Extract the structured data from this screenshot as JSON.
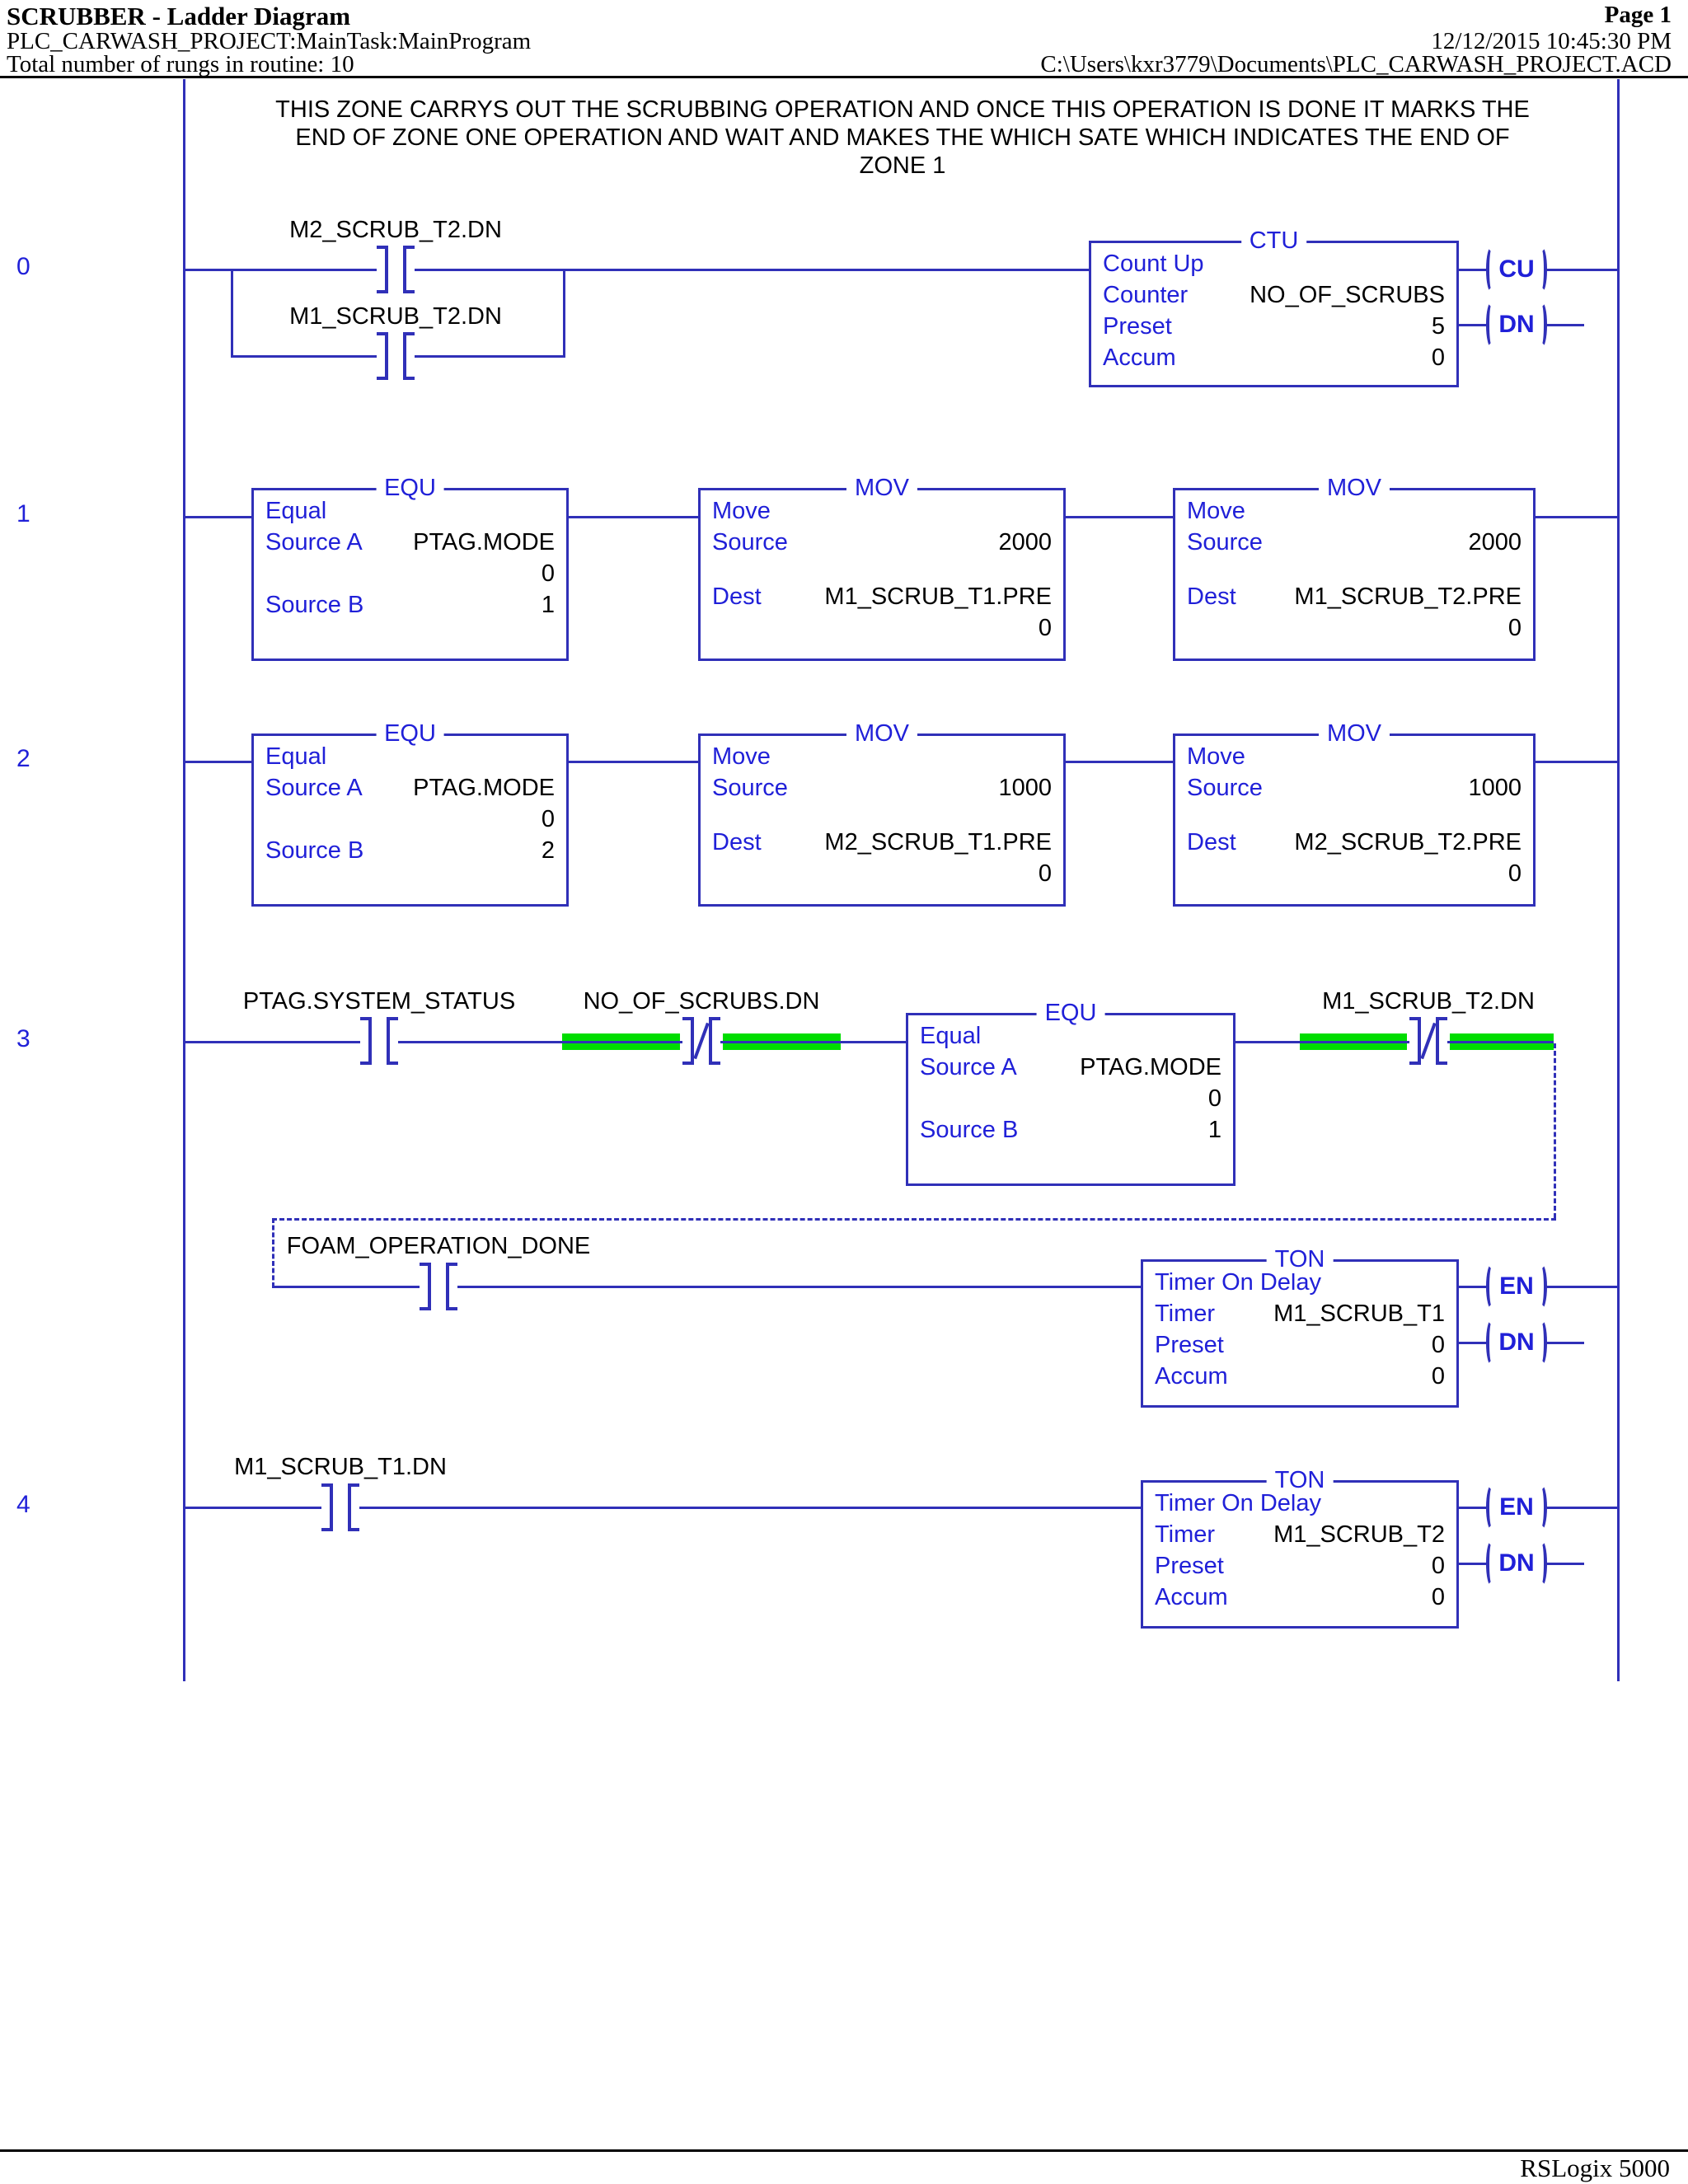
{
  "header": {
    "title": "SCRUBBER - Ladder Diagram",
    "page_label": "Page 1",
    "program_path": "PLC_CARWASH_PROJECT:MainTask:MainProgram",
    "timestamp": "12/12/2015 10:45:30 PM",
    "rung_count_label": "Total number of rungs in routine: 10",
    "file_path": "C:\\Users\\kxr3779\\Documents\\PLC_CARWASH_PROJECT.ACD"
  },
  "comment": {
    "line1": "THIS ZONE CARRYS OUT THE SCRUBBING OPERATION AND ONCE THIS OPERATION IS DONE IT MARKS THE",
    "line2": "END OF ZONE ONE OPERATION AND WAIT AND MAKES THE WHICH SATE WHICH INDICATES THE END OF",
    "line3": "ZONE 1"
  },
  "colors": {
    "wire_blue": "#3030b8",
    "instruction_text_blue": "#2020d8",
    "highlight_green": "#00dd00"
  },
  "rungs": {
    "r0": {
      "num": "0",
      "contact1": "M2_SCRUB_T2.DN",
      "contact2": "M1_SCRUB_T2.DN",
      "ctu": {
        "mn": "CTU",
        "name": "Count Up",
        "p1l": "Counter",
        "p1v": "NO_OF_SCRUBS",
        "p2l": "Preset",
        "p2v": "5",
        "p3l": "Accum",
        "p3v": "0",
        "out1": "CU",
        "out2": "DN"
      }
    },
    "r1": {
      "num": "1",
      "equ": {
        "mn": "EQU",
        "name": "Equal",
        "al": "Source A",
        "av": "PTAG.MODE",
        "acur": "0",
        "bl": "Source B",
        "bv": "1"
      },
      "mov1": {
        "mn": "MOV",
        "name": "Move",
        "sl": "Source",
        "sv": "2000",
        "dl": "Dest",
        "dv": "M1_SCRUB_T1.PRE",
        "dcur": "0"
      },
      "mov2": {
        "mn": "MOV",
        "name": "Move",
        "sl": "Source",
        "sv": "2000",
        "dl": "Dest",
        "dv": "M1_SCRUB_T2.PRE",
        "dcur": "0"
      }
    },
    "r2": {
      "num": "2",
      "equ": {
        "mn": "EQU",
        "name": "Equal",
        "al": "Source A",
        "av": "PTAG.MODE",
        "acur": "0",
        "bl": "Source B",
        "bv": "2"
      },
      "mov1": {
        "mn": "MOV",
        "name": "Move",
        "sl": "Source",
        "sv": "1000",
        "dl": "Dest",
        "dv": "M2_SCRUB_T1.PRE",
        "dcur": "0"
      },
      "mov2": {
        "mn": "MOV",
        "name": "Move",
        "sl": "Source",
        "sv": "1000",
        "dl": "Dest",
        "dv": "M2_SCRUB_T2.PRE",
        "dcur": "0"
      }
    },
    "r3": {
      "num": "3",
      "contact1": "PTAG.SYSTEM_STATUS",
      "contact2": "NO_OF_SCRUBS.DN",
      "equ": {
        "mn": "EQU",
        "name": "Equal",
        "al": "Source A",
        "av": "PTAG.MODE",
        "acur": "0",
        "bl": "Source B",
        "bv": "1"
      },
      "contact3": "M1_SCRUB_T2.DN",
      "contact4": "FOAM_OPERATION_DONE",
      "ton": {
        "mn": "TON",
        "name": "Timer On Delay",
        "p1l": "Timer",
        "p1v": "M1_SCRUB_T1",
        "p2l": "Preset",
        "p2v": "0",
        "p3l": "Accum",
        "p3v": "0",
        "out1": "EN",
        "out2": "DN"
      }
    },
    "r4": {
      "num": "4",
      "contact1": "M1_SCRUB_T1.DN",
      "ton": {
        "mn": "TON",
        "name": "Timer On Delay",
        "p1l": "Timer",
        "p1v": "M1_SCRUB_T2",
        "p2l": "Preset",
        "p2v": "0",
        "p3l": "Accum",
        "p3v": "0",
        "out1": "EN",
        "out2": "DN"
      }
    }
  },
  "footer": {
    "app_name": "RSLogix 5000"
  }
}
